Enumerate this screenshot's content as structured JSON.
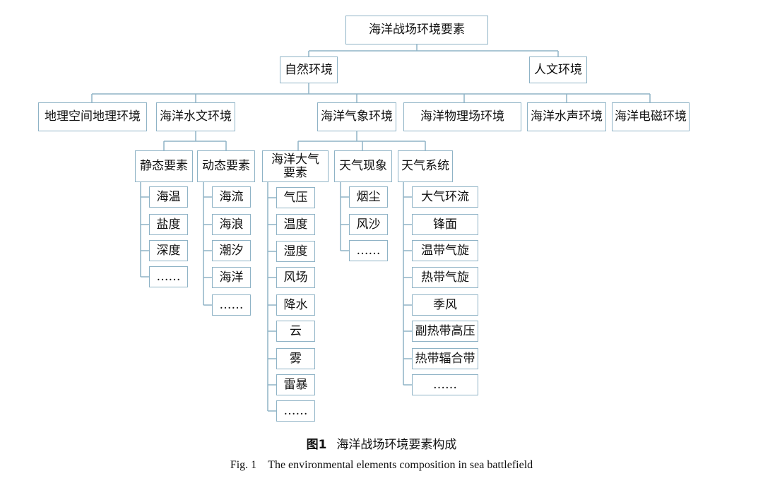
{
  "root": "海洋战场环境要素",
  "level1": {
    "natural": "自然环境",
    "human": "人文环境"
  },
  "level2": {
    "geo": "地理空间地理环境",
    "hydro": "海洋水文环境",
    "meteo": "海洋气象环境",
    "physfield": "海洋物理场环境",
    "acoustic": "海洋水声环境",
    "em": "海洋电磁环境"
  },
  "hydro": {
    "static": {
      "label": "静态要素",
      "items": [
        "海温",
        "盐度",
        "深度",
        "……"
      ]
    },
    "dynamic": {
      "label": "动态要素",
      "items": [
        "海流",
        "海浪",
        "潮汐",
        "海洋",
        "……"
      ]
    }
  },
  "meteo": {
    "atmos": {
      "label": "海洋大气要素",
      "items": [
        "气压",
        "温度",
        "湿度",
        "风场",
        "降水",
        "云",
        "雾",
        "雷暴",
        "……"
      ]
    },
    "weather": {
      "label": "天气现象",
      "items": [
        "烟尘",
        "风沙",
        "……"
      ]
    },
    "systems": {
      "label": "天气系统",
      "items": [
        "大气环流",
        "锋面",
        "温带气旋",
        "热带气旋",
        "季风",
        "副热带高压",
        "热带辐合带",
        "……"
      ]
    }
  },
  "caption": {
    "fig_cn_label": "图1",
    "fig_cn_text": "海洋战场环境要素构成",
    "fig_en_label": "Fig. 1",
    "fig_en_text": "The environmental elements composition in sea battlefield"
  }
}
